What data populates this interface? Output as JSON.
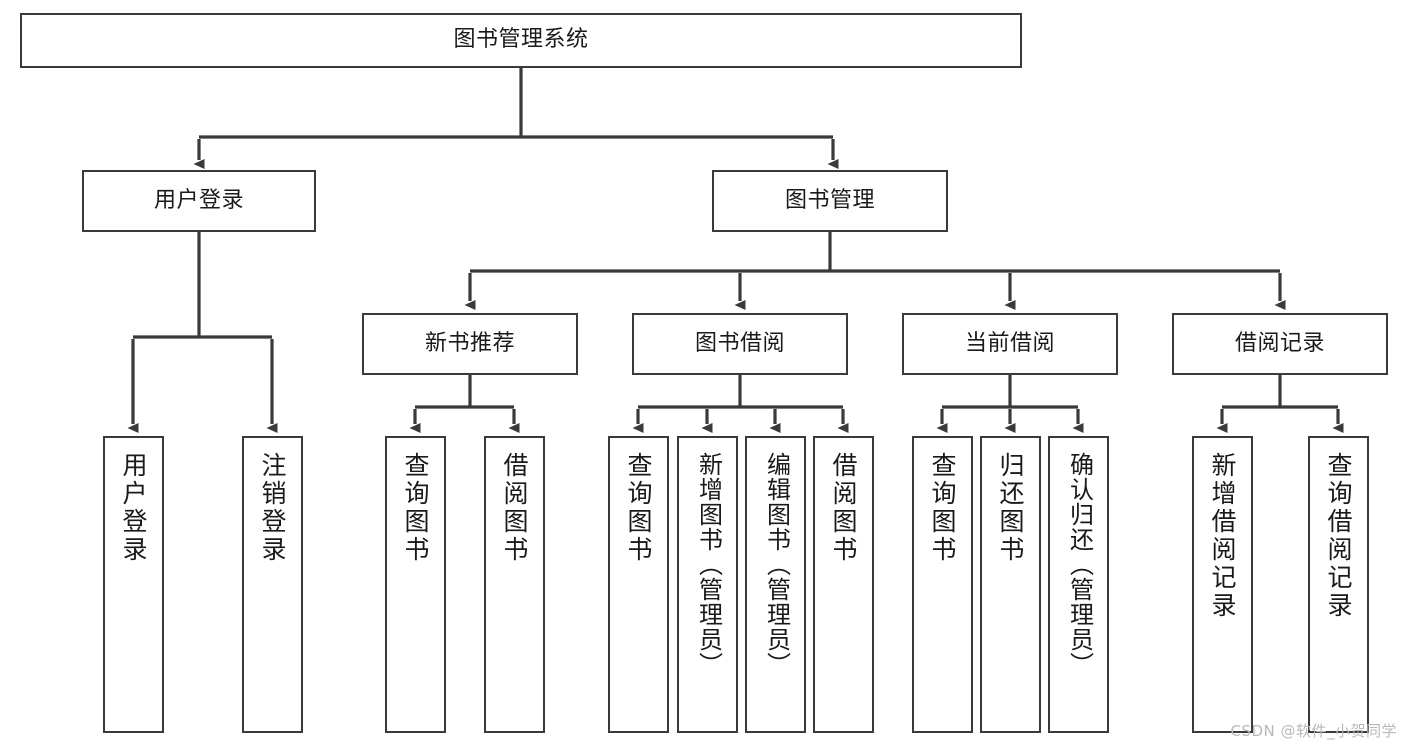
{
  "diagram": {
    "type": "tree-hierarchy-flowchart",
    "title": "图书管理系统",
    "watermark": "CSDN @软件_小贺同学",
    "colors": {
      "box_border": "#3a3a3a",
      "box_fill": "#ffffff",
      "edge": "#3a3a3a",
      "text": "#1a1a1a",
      "background": "#ffffff",
      "watermark": "#b9b9b9"
    },
    "nodes": {
      "root": {
        "label": "图书管理系统",
        "level": 1,
        "orientation": "horizontal"
      },
      "n_user_login": {
        "label": "用户登录",
        "level": 2,
        "orientation": "horizontal"
      },
      "n_book_manage": {
        "label": "图书管理",
        "level": 2,
        "orientation": "horizontal"
      },
      "n_new_book_rec": {
        "label": "新书推荐",
        "level": 3,
        "orientation": "horizontal"
      },
      "n_book_borrow": {
        "label": "图书借阅",
        "level": 3,
        "orientation": "horizontal"
      },
      "n_current_borrow": {
        "label": "当前借阅",
        "level": 3,
        "orientation": "horizontal"
      },
      "n_borrow_record": {
        "label": "借阅记录",
        "level": 3,
        "orientation": "horizontal"
      },
      "l_user_login": {
        "label": "用户登录",
        "level": 4,
        "orientation": "vertical"
      },
      "l_logout": {
        "label": "注销登录",
        "level": 4,
        "orientation": "vertical"
      },
      "l_query_book_1": {
        "label": "查询图书",
        "level": 4,
        "orientation": "vertical"
      },
      "l_borrow_book_1": {
        "label": "借阅图书",
        "level": 4,
        "orientation": "vertical"
      },
      "l_query_book_2": {
        "label": "查询图书",
        "level": 4,
        "orientation": "vertical"
      },
      "l_add_book": {
        "label": "新增图书（管理员）",
        "level": 4,
        "orientation": "vertical"
      },
      "l_edit_book": {
        "label": "编辑图书（管理员）",
        "level": 4,
        "orientation": "vertical"
      },
      "l_borrow_book_2": {
        "label": "借阅图书",
        "level": 4,
        "orientation": "vertical"
      },
      "l_query_book_3": {
        "label": "查询图书",
        "level": 4,
        "orientation": "vertical"
      },
      "l_return_book": {
        "label": "归还图书",
        "level": 4,
        "orientation": "vertical"
      },
      "l_confirm_return": {
        "label": "确认归还（管理员）",
        "level": 4,
        "orientation": "vertical"
      },
      "l_add_record": {
        "label": "新增借阅记录",
        "level": 4,
        "orientation": "vertical"
      },
      "l_query_record": {
        "label": "查询借阅记录",
        "level": 4,
        "orientation": "vertical"
      }
    },
    "edges": [
      {
        "from": "root",
        "to": "n_user_login"
      },
      {
        "from": "root",
        "to": "n_book_manage"
      },
      {
        "from": "n_user_login",
        "to": "l_user_login"
      },
      {
        "from": "n_user_login",
        "to": "l_logout"
      },
      {
        "from": "n_book_manage",
        "to": "n_new_book_rec"
      },
      {
        "from": "n_book_manage",
        "to": "n_book_borrow"
      },
      {
        "from": "n_book_manage",
        "to": "n_current_borrow"
      },
      {
        "from": "n_book_manage",
        "to": "n_borrow_record"
      },
      {
        "from": "n_new_book_rec",
        "to": "l_query_book_1"
      },
      {
        "from": "n_new_book_rec",
        "to": "l_borrow_book_1"
      },
      {
        "from": "n_book_borrow",
        "to": "l_query_book_2"
      },
      {
        "from": "n_book_borrow",
        "to": "l_add_book"
      },
      {
        "from": "n_book_borrow",
        "to": "l_edit_book"
      },
      {
        "from": "n_book_borrow",
        "to": "l_borrow_book_2"
      },
      {
        "from": "n_current_borrow",
        "to": "l_query_book_3"
      },
      {
        "from": "n_current_borrow",
        "to": "l_return_book"
      },
      {
        "from": "n_current_borrow",
        "to": "l_confirm_return"
      },
      {
        "from": "n_borrow_record",
        "to": "l_add_record"
      },
      {
        "from": "n_borrow_record",
        "to": "l_query_record"
      }
    ]
  }
}
